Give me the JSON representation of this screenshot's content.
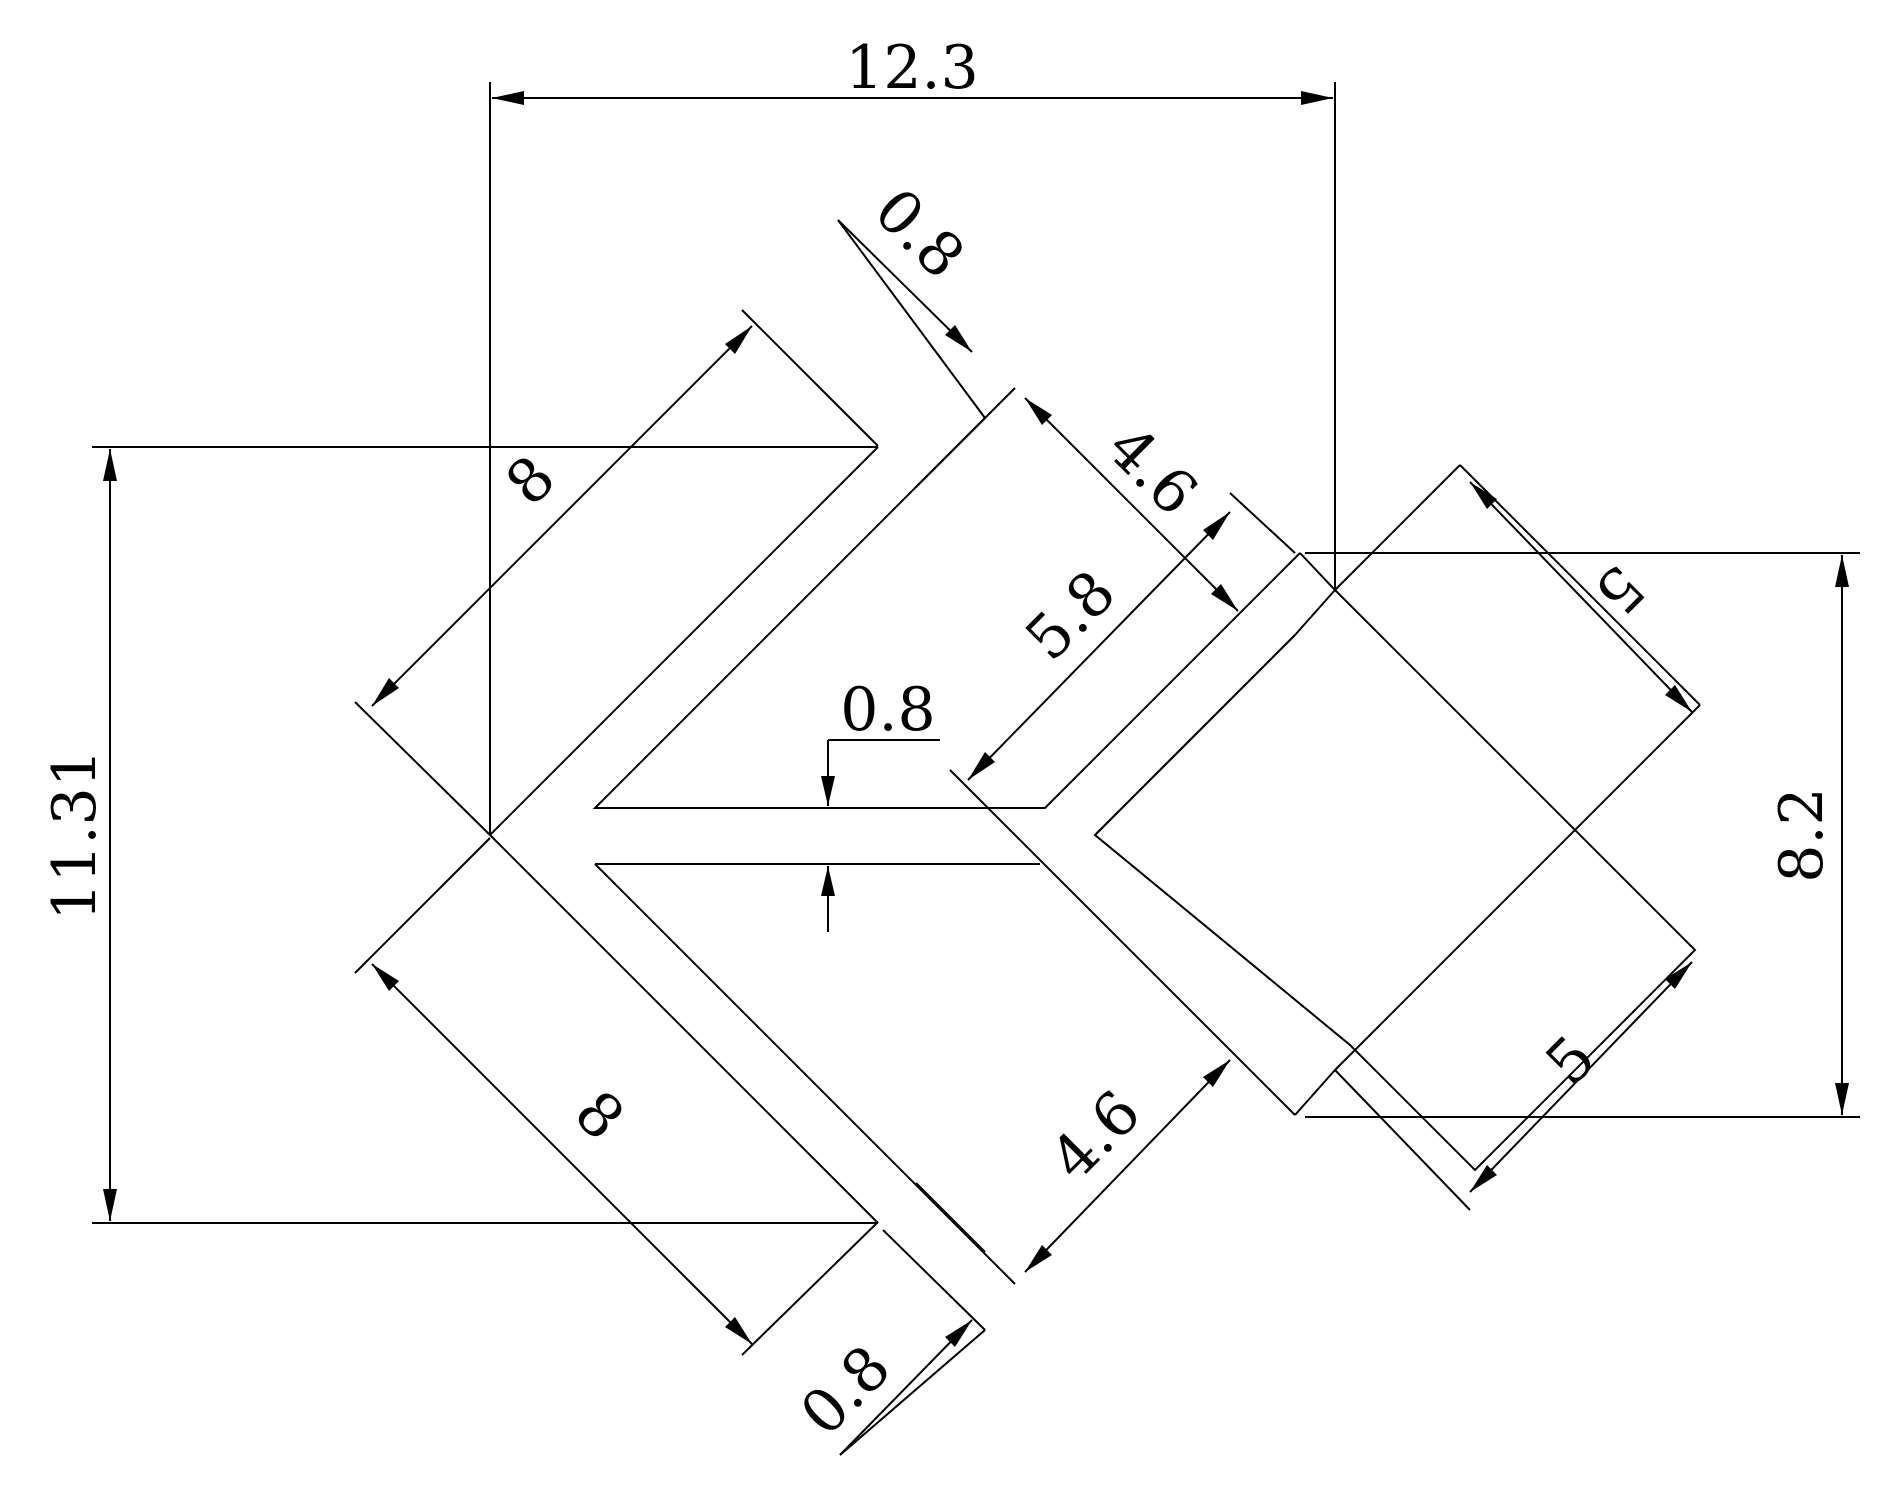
{
  "drawing": {
    "stroke_color": "#000000",
    "background": "#ffffff",
    "dimensions": {
      "overall_width": "12.3",
      "overall_height": "11.31",
      "right_height": "8.2",
      "top_gap": "0.8",
      "bottom_gap": "0.8",
      "middle_gap": "0.8",
      "upper_left_side": "8",
      "lower_left_side": "8",
      "upper_inner_side": "4.6",
      "lower_inner_side": "4.6",
      "center_side": "5.8",
      "right_upper_side": "5",
      "right_lower_side": "5"
    }
  }
}
